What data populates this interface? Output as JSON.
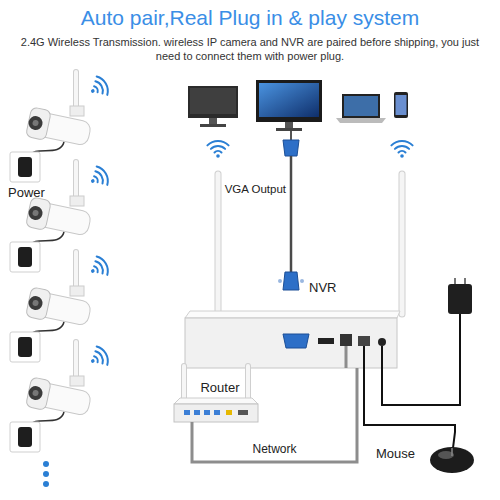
{
  "diagram": {
    "title": "Auto pair,Real Plug in & play system",
    "nodes": [
      {
        "text": [
          "NVR"
        ]
      },
      {
        "text": [
          "Router"
        ]
      },
      {
        "text": [
          "Mouse"
        ]
      }
    ],
    "edges": [
      {
        "from": 1,
        "to": 0,
        "arrow": "none",
        "label": "Network"
      },
      {
        "from": 0,
        "to": 2,
        "arrow": "none"
      }
    ],
    "labels": [
      "2.4G Wireless Transmission. wireless IP camera and NVR are paired before shipping, you just need to connect them with power plug.",
      "Power",
      "VGA Output"
    ]
  }
}
